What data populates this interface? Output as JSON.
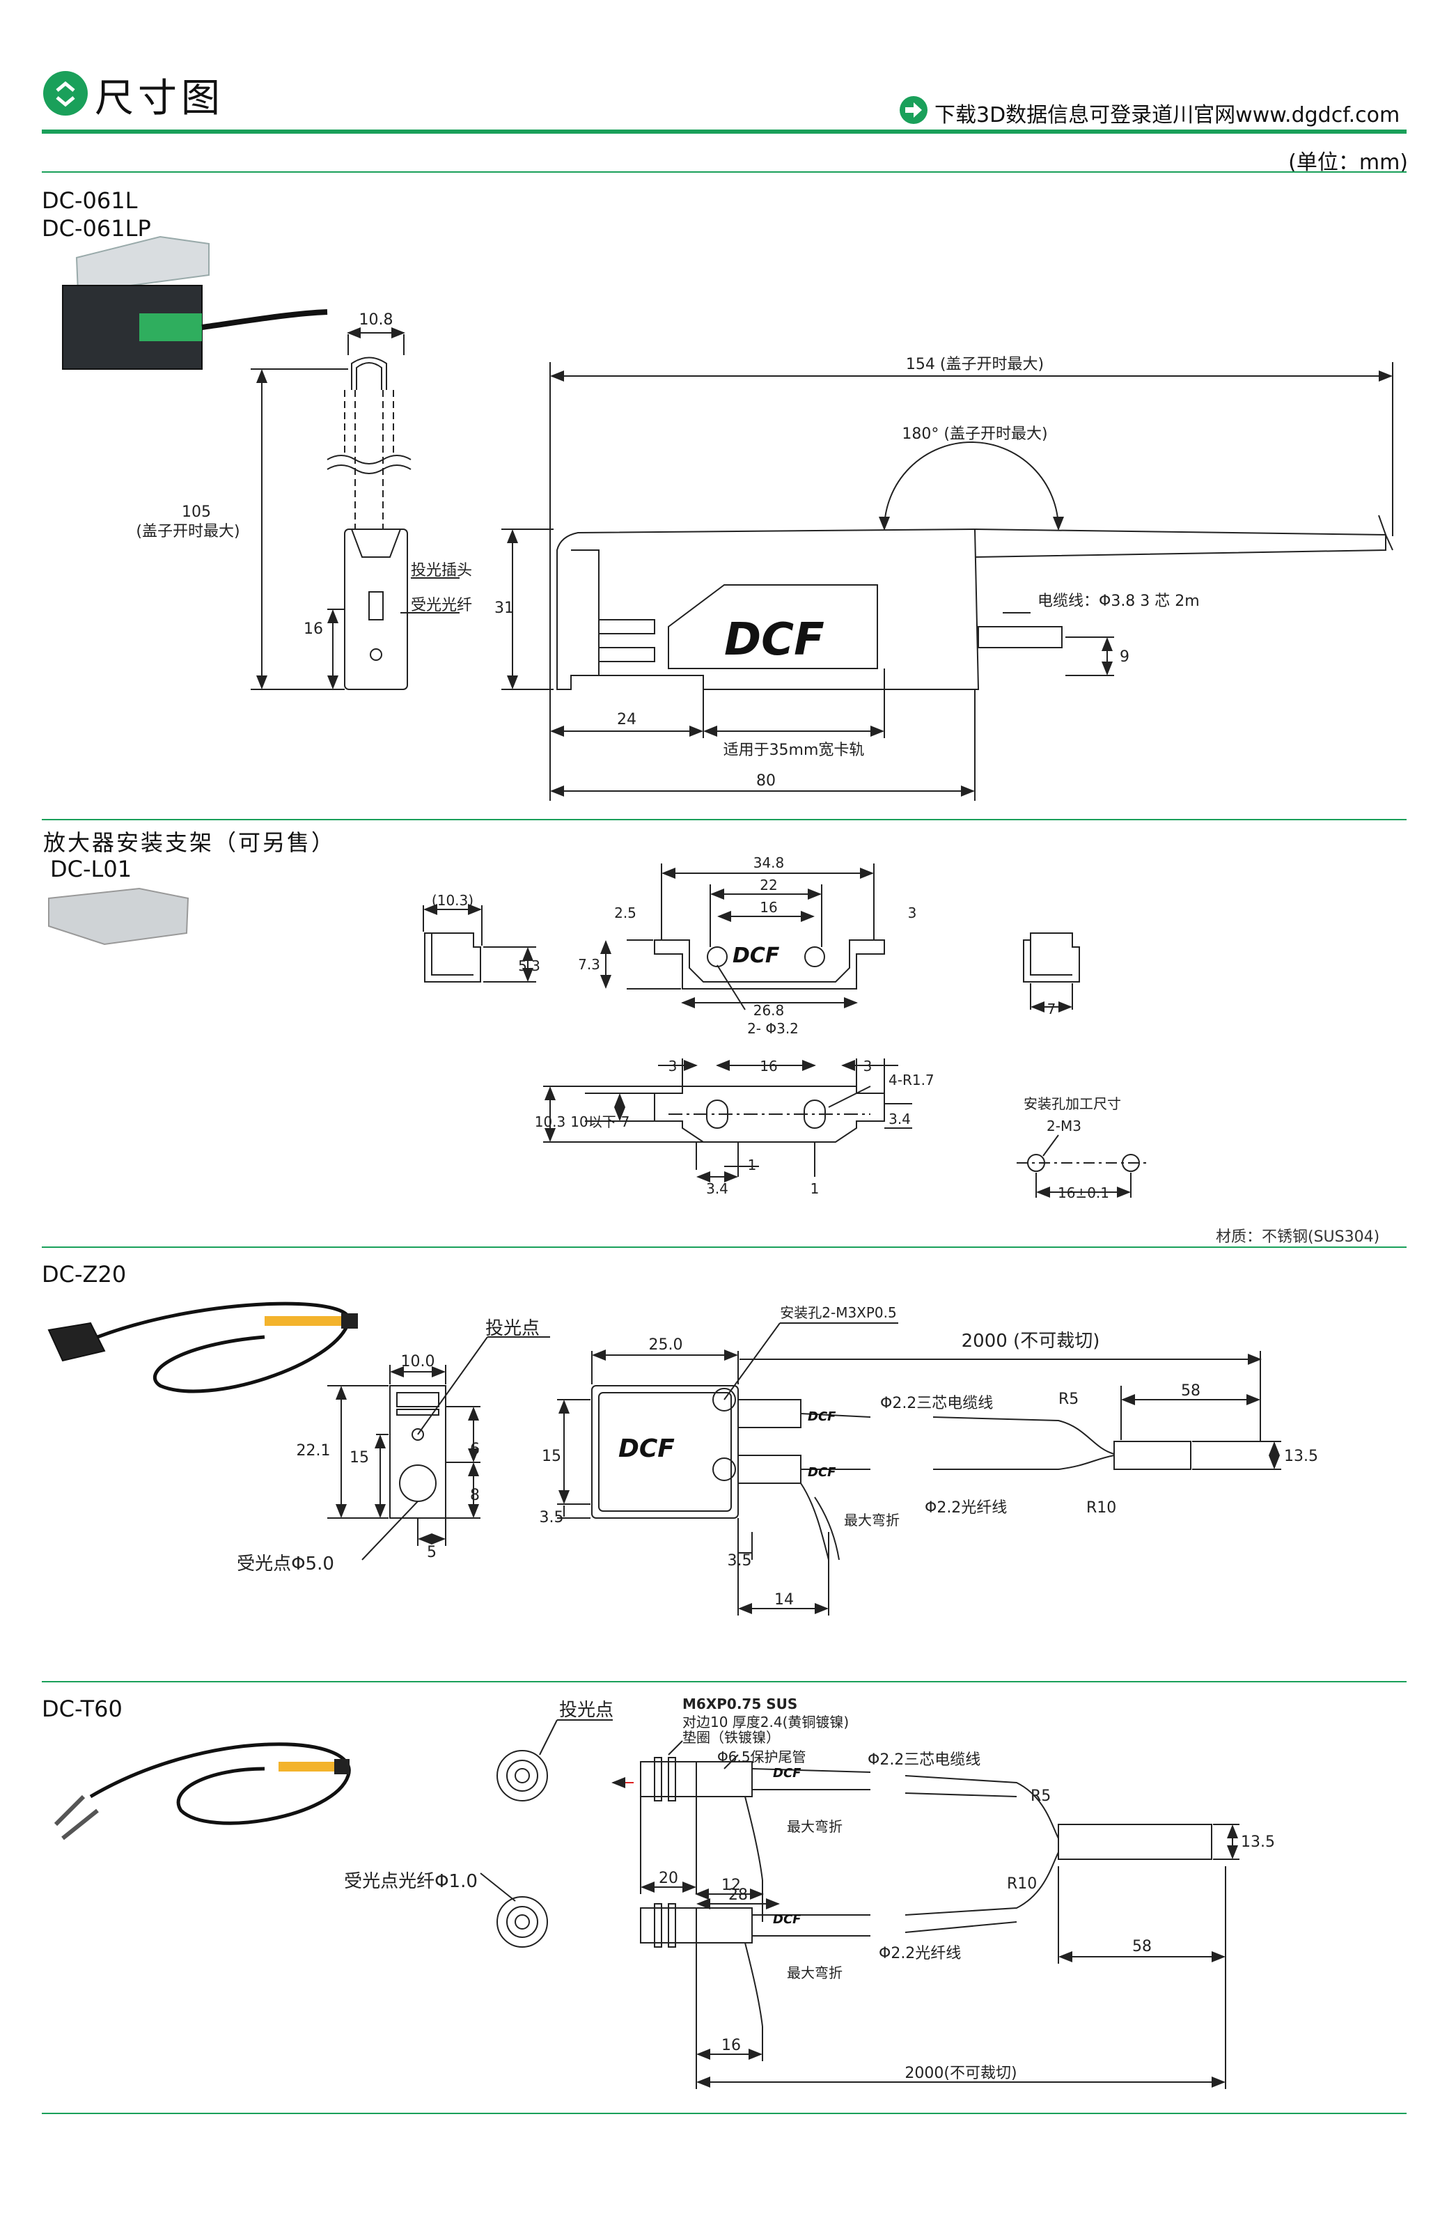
{
  "header": {
    "title": "尺寸图",
    "download_text": "下载3D数据信息可登录道川官网www.dgdcf.com",
    "unit_text": "(单位：mm)"
  },
  "colors": {
    "accent": "#1aa05a",
    "line": "#222222"
  },
  "sections": {
    "amp": {
      "label1": "DC-061L",
      "label2": "DC-061LP",
      "dims": {
        "w108": "10.8",
        "h105": "105",
        "h105_note": "(盖子开时最大)",
        "h16": "16",
        "h31": "31",
        "len154": "154 (盖子开时最大)",
        "ang180": "180° (盖子开时最大)",
        "cable": "电缆线：Φ3.8 3 芯  2m",
        "h9": "9",
        "w24": "24",
        "rail": "适用于35mm宽卡轨",
        "w80": "80",
        "tx_plug": "投光插头",
        "rx_fiber": "受光光纤"
      }
    },
    "bracket": {
      "label1": "放大器安装支架（可另售）",
      "label2": "DC-L01",
      "dims": {
        "d103": "(10.3)",
        "d53": "5.3",
        "d348": "34.8",
        "d22": "22",
        "d16a": "16",
        "d25": "2.5",
        "d3a": "3",
        "d73": "7.3",
        "d268": "26.8",
        "d2phi": "2- Φ3.2",
        "d7": "7",
        "d3b": "3",
        "d16b": "16",
        "d3c": "3",
        "r17": "4-R1.7",
        "d103b": "10.3",
        "d10below": "10以下",
        "d7b": "7",
        "d34": "3.4",
        "d1a": "1",
        "d34b": "3.4",
        "d1b": "1",
        "hole_title": "安装孔加工尺寸",
        "hole_m3": "2-M3",
        "hole_16": "16±0.1"
      },
      "material": "材质：不锈钢(SUS304)"
    },
    "z20": {
      "label": "DC-Z20",
      "dims": {
        "tx_point": "投光点",
        "w10": "10.0",
        "h221": "22.1",
        "h15": "15",
        "h6": "6",
        "h8": "8",
        "w5": "5",
        "rx_point": "受光点Φ5.0",
        "w250": "25.0",
        "hole": "安装孔2-M3XP0.5",
        "len2000": "2000 (不可裁切)",
        "cable3": "Φ2.2三芯电缆线",
        "r5": "R5",
        "w58": "58",
        "h15b": "15",
        "h35": "3.5",
        "w35": "3.5",
        "fiber": "Φ2.2光纤线",
        "r10": "R10",
        "w14": "14",
        "h135": "13.5",
        "bend": "最大弯折"
      }
    },
    "t60": {
      "label": "DC-T60",
      "dims": {
        "tx_point": "投光点",
        "rx_point": "受光点光纤Φ1.0",
        "m6": "M6XP0.75 SUS",
        "nut": "对边10 厚度2.4(黄铜镀镍)",
        "washer": "垫圈（铁镀镍）",
        "tube": "Φ6.5保护尾管",
        "cable3": "Φ2.2三芯电缆线",
        "r5": "R5",
        "w20": "20",
        "w12": "12",
        "w28": "28",
        "h135": "13.5",
        "r10": "R10",
        "fiber": "Φ2.2光纤线",
        "w58": "58",
        "w16": "16",
        "len2000": "2000(不可裁切)",
        "bend": "最大弯折"
      }
    }
  }
}
